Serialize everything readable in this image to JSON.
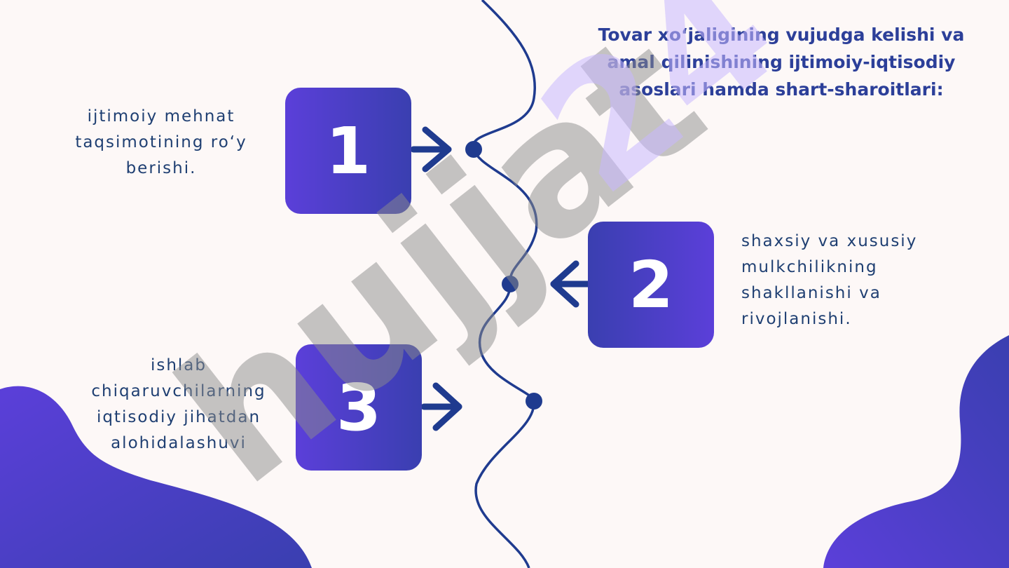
{
  "title": {
    "lines": [
      "Tovar xo‘jaligining vujudga kelishi va",
      "amal qilinishining ijtimoiy-iqtisodiy",
      "asoslari hamda shart-sharoitlari:"
    ]
  },
  "items": [
    {
      "number": "1",
      "lines": [
        "ijtimoiy mehnat",
        "taqsimotining ro‘y",
        "berishi."
      ]
    },
    {
      "number": "2",
      "lines": [
        "shaxsiy va xususiy",
        "mulkchilikning",
        "shakllanishi va",
        "rivojlanishi."
      ]
    },
    {
      "number": "3",
      "lines": [
        "ishlab",
        "chiqaruvchilarning",
        "iqtisodiy jihatdan",
        "alohidalashuvi"
      ]
    }
  ],
  "watermark": {
    "text": "hujjat24"
  },
  "colors": {
    "background": "#fdf8f7",
    "accent": "#2c3f99",
    "box_purple": "#5b3fd9",
    "box_indigo": "#3a3fb0",
    "text": "#1f3f72",
    "blob": "#4a3fc4",
    "watermark_gray": "#9a9a9a",
    "watermark_lavender": "#d9ccff"
  },
  "icons": [
    "arrow-right-icon",
    "arrow-left-icon",
    "timeline-dot-icon"
  ]
}
